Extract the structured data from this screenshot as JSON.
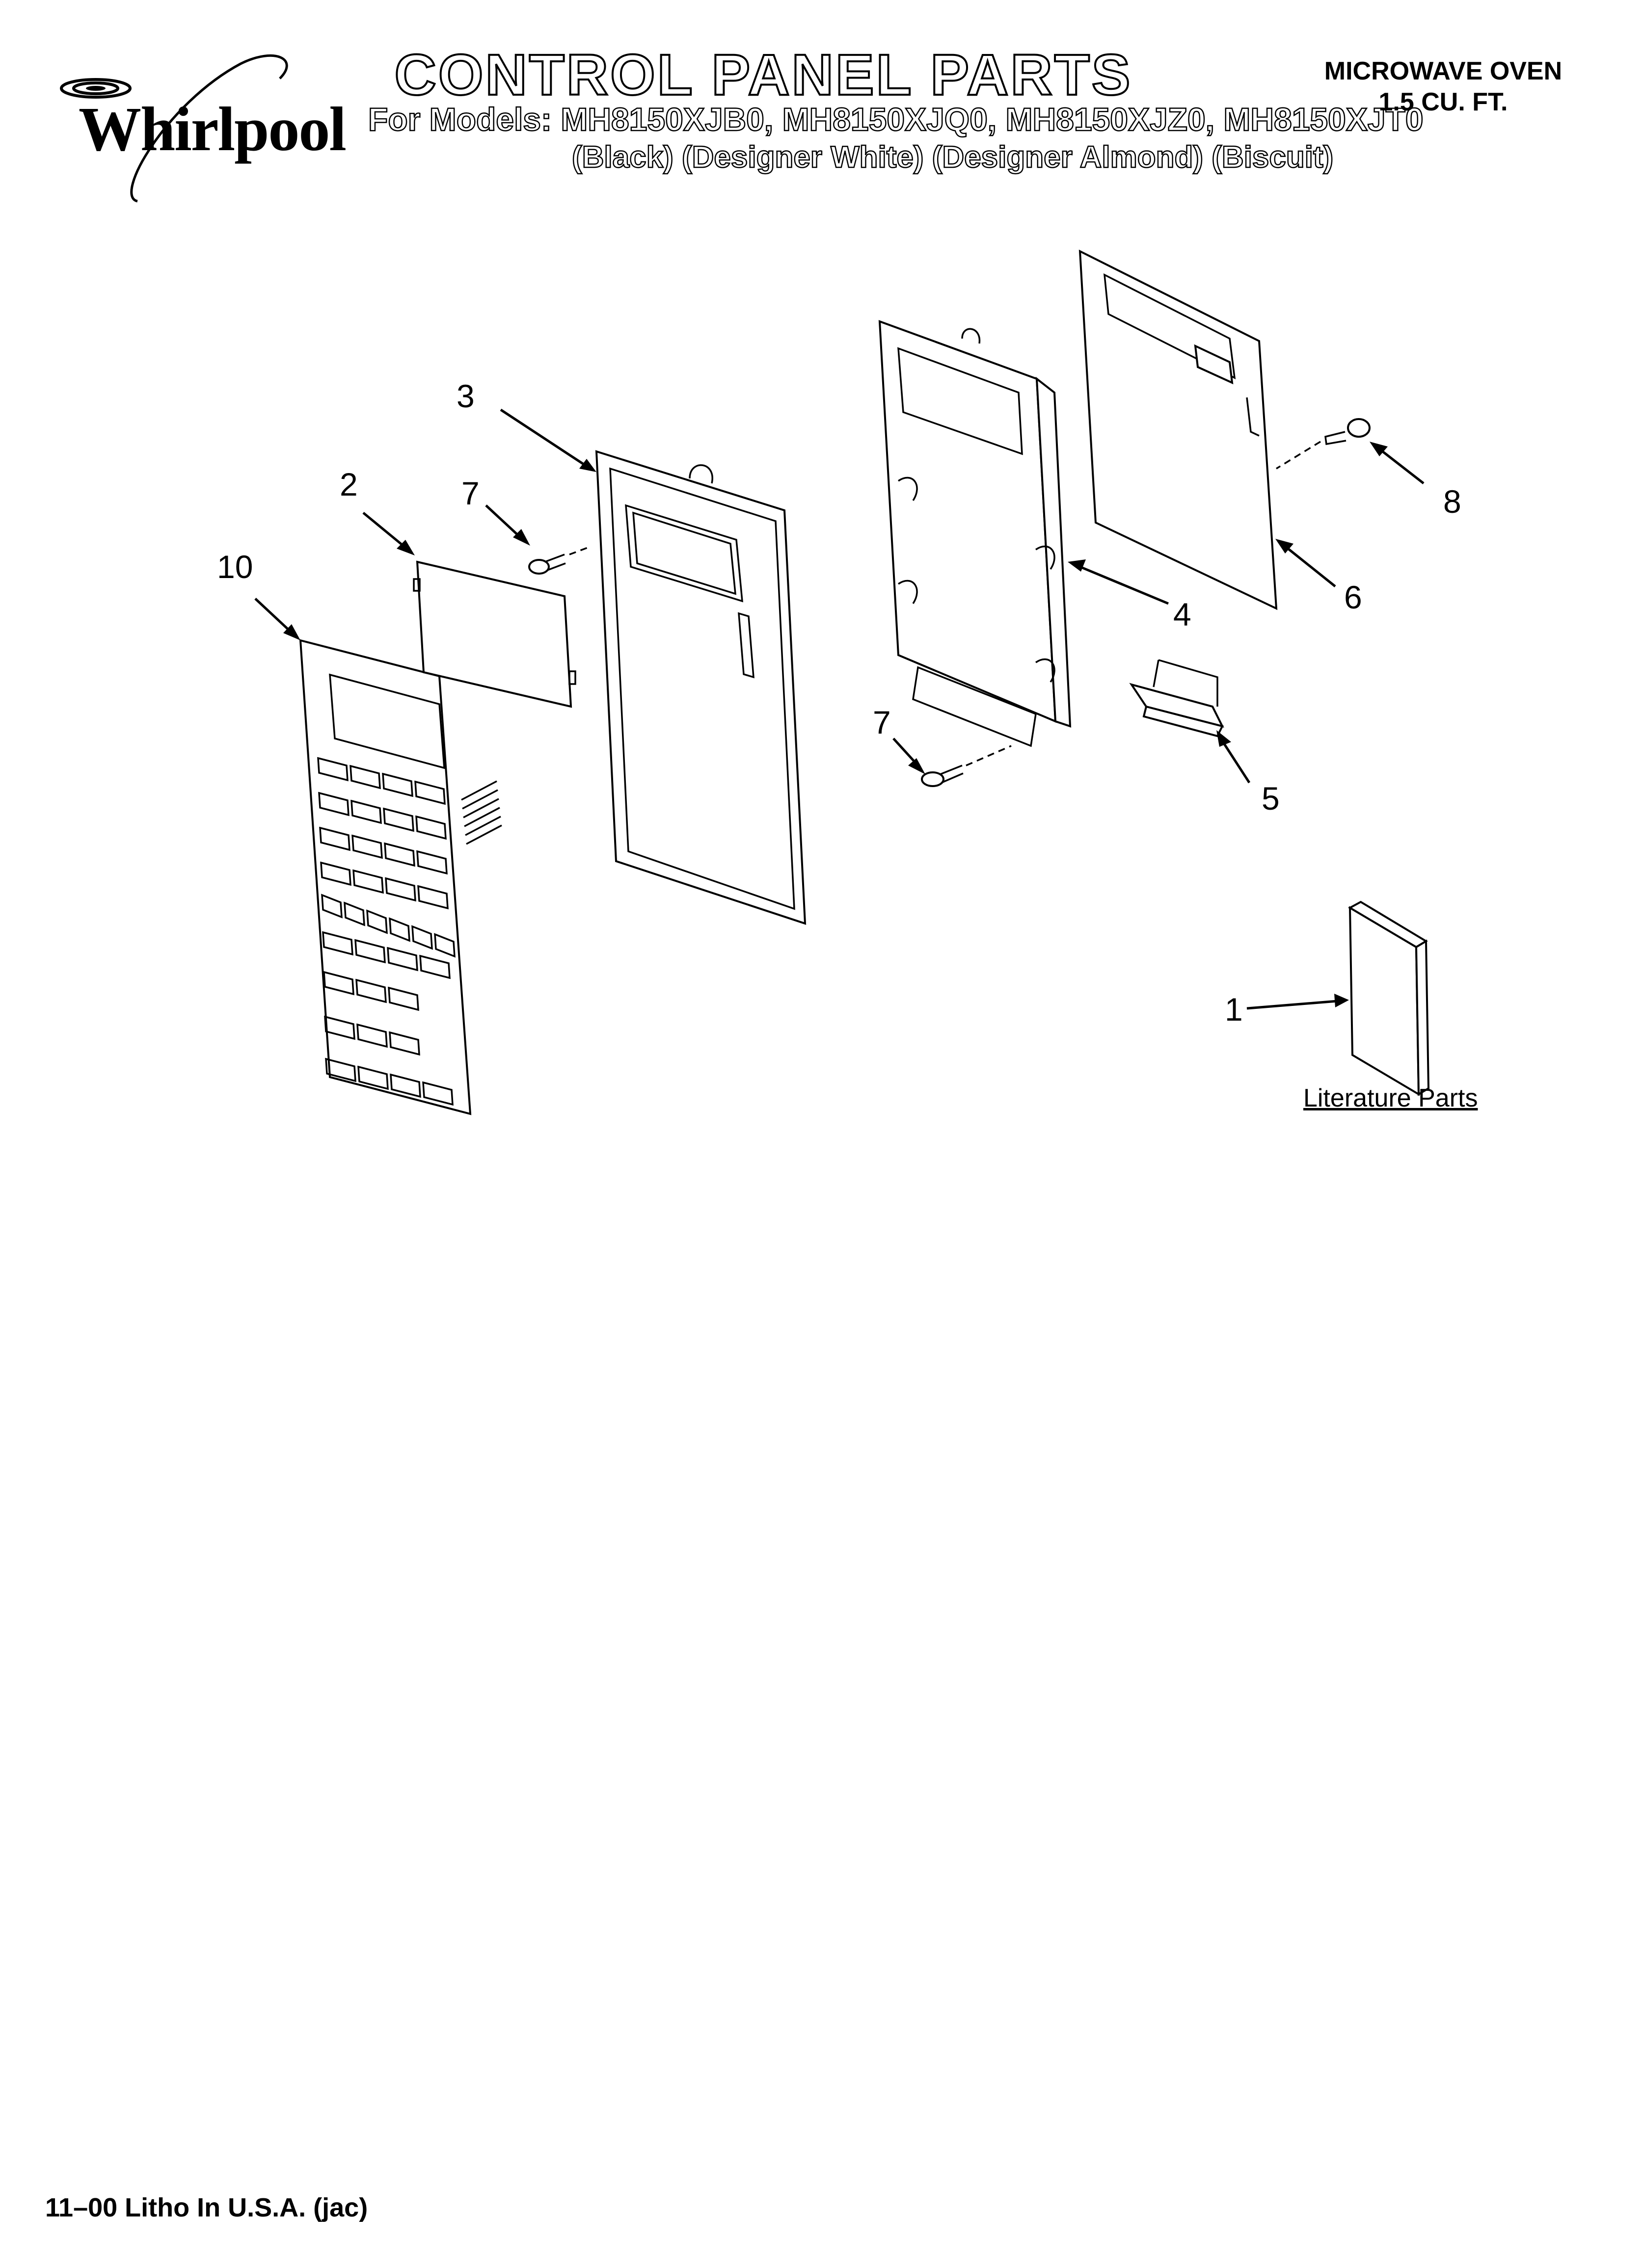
{
  "header": {
    "brand": "Whirlpool",
    "title": "CONTROL PANEL PARTS",
    "models_line": "For Models: MH8150XJB0, MH8150XJQ0, MH8150XJZ0, MH8150XJT0",
    "variants_line": "(Black)      (Designer White) (Designer Almond) (Biscuit)",
    "product_line1": "MICROWAVE OVEN",
    "product_line2": "1.5 CU. FT."
  },
  "callouts": {
    "c1": "1",
    "c2": "2",
    "c3": "3",
    "c4": "4",
    "c5": "5",
    "c6": "6",
    "c7a": "7",
    "c7b": "7",
    "c8": "8",
    "c10": "10"
  },
  "literature_label": "Literature Parts",
  "footer": "11–00 Litho In U.S.A. (jac)",
  "colors": {
    "ink": "#000000",
    "paper": "#ffffff"
  }
}
